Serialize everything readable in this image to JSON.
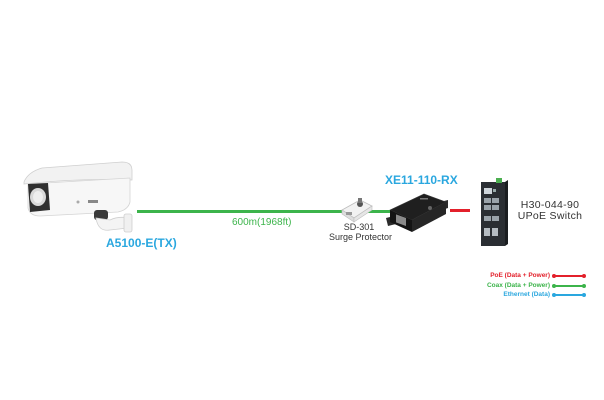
{
  "colors": {
    "poe": "#e3202b",
    "coax": "#3cb44b",
    "ethernet": "#2aa7df",
    "title_blue": "#2aa7df"
  },
  "camera": {
    "icon": "box-camera-with-housing",
    "label": "A5100-E(TX)"
  },
  "coax_link": {
    "distance_label": "600m(1968ft)"
  },
  "surge_protector": {
    "icon": "surge-protector",
    "model": "SD-301",
    "description": "Surge Protector"
  },
  "receiver": {
    "icon": "ethernet-extender-receiver",
    "label": "XE11-110-RX"
  },
  "switch": {
    "icon": "industrial-din-rail-switch",
    "model": "H30-044-90",
    "description": "UPoE Switch"
  },
  "legend": [
    {
      "label": "PoE (Data + Power)",
      "type": "poe"
    },
    {
      "label": "Coax (Data + Power)",
      "type": "coax"
    },
    {
      "label": "Ethernet (Data)",
      "type": "ethernet"
    }
  ]
}
